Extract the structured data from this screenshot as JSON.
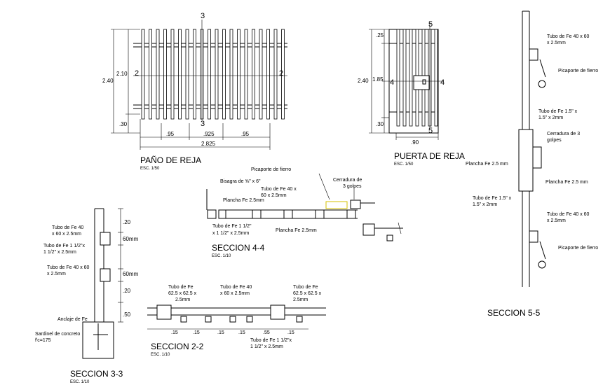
{
  "pano": {
    "title": "PAÑO DE REJA",
    "scale": "ESC. 1/50",
    "dim_total_h": "2.40",
    "dim_upper_h": "2.10",
    "dim_lower_h": ".30",
    "dims_bottom": [
      ".95",
      ".925",
      ".95"
    ],
    "dim_total_w": "2.825",
    "cut_top": "3",
    "cut_bottom": "3",
    "cut_left": "2",
    "cut_right": "2"
  },
  "puerta": {
    "title": "PUERTA DE REJA",
    "scale": "ESC. 1/50",
    "dim_top": ".25",
    "dim_total_h": "2.40",
    "dim_mid_h": "1.85",
    "dim_lower_h": ".30",
    "dim_w": ".90",
    "cut_top": "5",
    "cut_bottom": "5",
    "cut_left": "4",
    "cut_right": "4"
  },
  "s44": {
    "title": "SECCION 4-4",
    "scale": "ESC. 1/10",
    "label_picaporte": "Picaporte de fierro",
    "label_bisagra": "Bisagra de ⅝\" x 6\"",
    "label_tubo1": "Tubo de Fe 40 x",
    "label_tubo2": "60 x 2.5mm",
    "label_cerradura1": "Cerradura de",
    "label_cerradura2": "3 golpes",
    "label_plancha1": "Plancha Fe 2.5mm",
    "label_tubo_small1": "Tubo de Fe 1 1/2\"",
    "label_tubo_small2": "x 1 1/2\" x 2.5mm",
    "label_plancha2": "Plancha Fe  2.5mm"
  },
  "s33": {
    "title": "SECCION 3-3",
    "scale": "ESC. 1/10",
    "label_tubo40a": "Tubo de Fe 40",
    "label_tubo40b": "x 60 x 2.5mm",
    "label_tubo1a": "Tubo de Fe 1 1/2\"x",
    "label_tubo1b": "1 1/2\" x 2.5mm",
    "label_tubo40c": "Tubo de Fe  40 x 60",
    "label_tubo40d": "x 2.5mm",
    "label_anclaje": "Anclaje de Fe",
    "label_sardinel1": "Sardinel de concreto",
    "label_sardinel2": "f'c=175",
    "dims": [
      ".20",
      "60mm",
      "60mm",
      ".20",
      ".50"
    ]
  },
  "s22": {
    "title": "SECCION 2-2",
    "scale": "ESC. 1/10",
    "label_left_a": "Tubo de Fe",
    "label_left_b": "62.5 x 62.5 x",
    "label_left_c": "2.5mm",
    "label_mid_a": "Tubo de Fe  40",
    "label_mid_b": "x 60 x 2.5mm",
    "label_right_a": "Tubo de Fe",
    "label_right_b": "62.5 x 62.5 x",
    "label_right_c": "2.5mm",
    "label_bot_a": "Tubo de Fe 1 1/2\"x",
    "label_bot_b": "1 1/2\" x 2.5mm",
    "dims": [
      ".15",
      ".15",
      ".15",
      ".15",
      ".55",
      ".15"
    ]
  },
  "s55": {
    "title": "SECCION 5-5",
    "label_tubo1a": "Tubo de Fe  40 x 60",
    "label_tubo1b": "x 2.5mm",
    "label_picaporte1": "Picaporte de fierro",
    "label_tubo15a": "Tubo de Fe  1.5\" x",
    "label_tubo15b": "1.5\" x 2mm",
    "label_cerradura1": "Cerradura de 3",
    "label_cerradura2": "golpes",
    "label_plancha_l": "Plancha Fe 2.5 mm",
    "label_plancha_r": "Plancha Fe 2.5 mm",
    "label_tubo15c": "Tubo de Fe  1.5\" x",
    "label_tubo15d": "1.5\" x 2mm",
    "label_tubo2a": "Tubo de Fe  40 x 60",
    "label_tubo2b": "x 2.5mm",
    "label_picaporte2": "Picaporte de fierro"
  }
}
